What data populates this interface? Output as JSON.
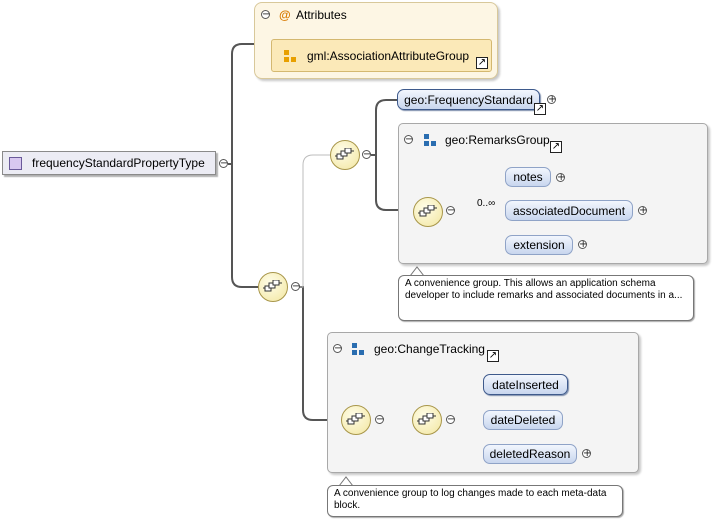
{
  "root": {
    "label": "frequencyStandardPropertyType"
  },
  "attributes": {
    "title": "Attributes",
    "at_symbol": "@",
    "group_ref": "gml:AssociationAttributeGroup"
  },
  "top_sequence": {
    "frequency_standard": "geo:FrequencyStandard",
    "remarks_group": {
      "title": "geo:RemarksGroup",
      "occurrence": "0..∞",
      "elements": [
        "notes",
        "associatedDocument",
        "extension"
      ],
      "annotation": "A convenience group. This allows an application schema developer to include remarks and associated documents in a..."
    }
  },
  "change_tracking": {
    "title": "geo:ChangeTracking",
    "elements": [
      "dateInserted",
      "dateDeleted",
      "deletedReason"
    ],
    "annotation": "A convenience group to log changes made to each meta-data block."
  },
  "symbols": {
    "collapse": "−",
    "expand": "+",
    "link": "↗"
  },
  "colors": {
    "attributes_bg": "#fdf6e4",
    "element_fill": "#c8d6ee",
    "compositor_fill": "#f2e6a0",
    "group_bg": "#f4f4f4",
    "root_icon": "#d8c8f0"
  }
}
